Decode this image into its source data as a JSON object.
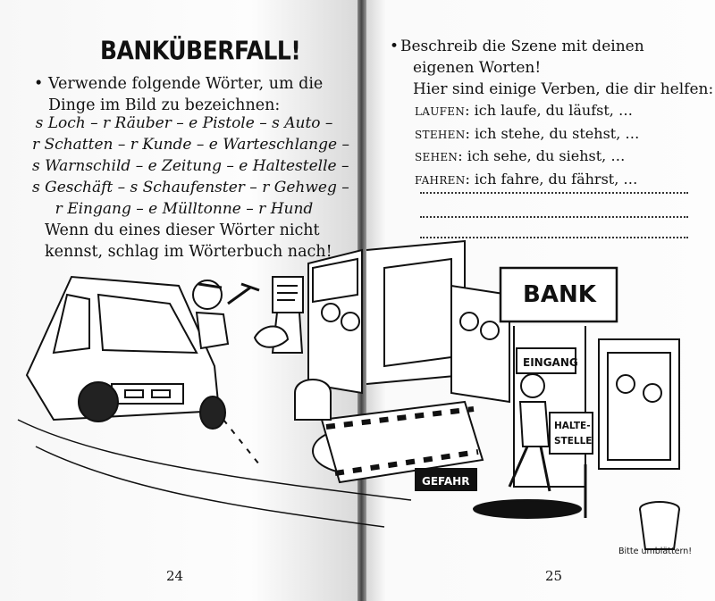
{
  "left_page": {
    "title": "BANKÜBERFALL!",
    "bullet": "•",
    "intro": [
      "Verwende folgende Wörter, um die",
      "Dinge im Bild zu bezeichnen:"
    ],
    "words": [
      "s Loch – r Räuber – e Pistole – s Auto –",
      "r Schatten – r Kunde – e Warteschlange –",
      "s Warnschild – e Zeitung – e Haltestelle –",
      "s Geschäft – s Schaufenster – r Gehweg –",
      "r Eingang – e Mülltonne – r Hund"
    ],
    "after": [
      "Wenn du eines dieser Wörter nicht",
      "kennst, schlag im Wörterbuch nach!"
    ],
    "page_number": "24"
  },
  "right_page": {
    "bullet": "•",
    "prompt": [
      "Beschreib die Szene mit deinen",
      "eigenen Worten!",
      "Hier sind einige Verben, die dir helfen:"
    ],
    "verbs": [
      {
        "verb": "LAUFEN",
        "forms": ": ich laufe, du läufst, …"
      },
      {
        "verb": "STEHEN",
        "forms": ": ich stehe, du stehst, …"
      },
      {
        "verb": "SEHEN",
        "forms": ": ich sehe, du siehst, …"
      },
      {
        "verb": "FAHREN",
        "forms": ": ich fahre, du fährst, …"
      }
    ],
    "page_number": "25",
    "turn_hint": "Bitte umblättern!"
  },
  "signs": {
    "bank": "BANK",
    "entrance": "EINGANG",
    "stop_line1": "HALTE-",
    "stop_line2": "STELLE",
    "danger": "GEFAHR"
  }
}
